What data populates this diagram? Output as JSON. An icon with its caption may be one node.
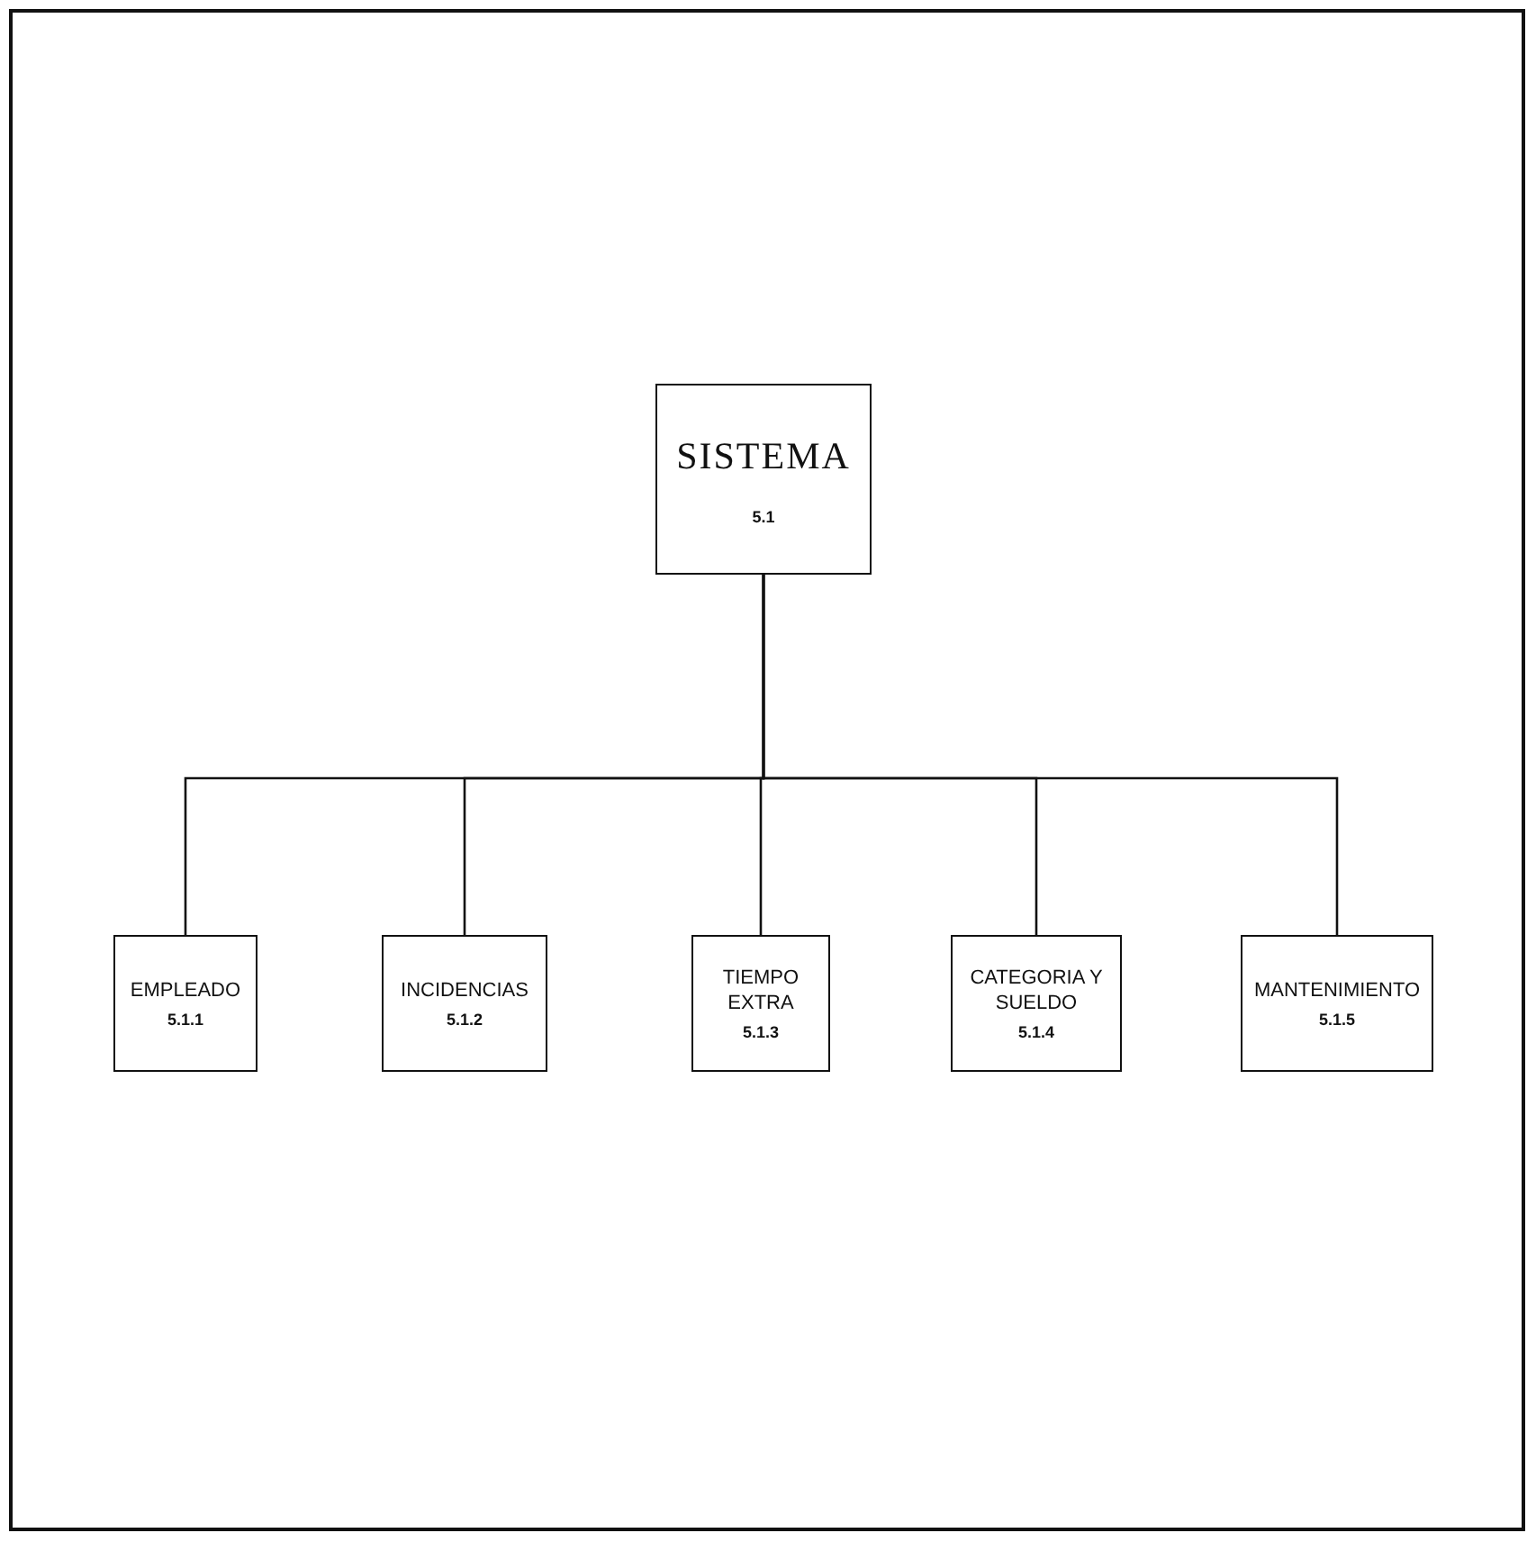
{
  "diagram": {
    "nodes": [
      {
        "text": [
          "SISTEMA",
          "5.1"
        ]
      },
      {
        "text": [
          "EMPLEADO",
          "5.1.1"
        ]
      },
      {
        "text": [
          "INCIDENCIAS",
          "5.1.2"
        ]
      },
      {
        "text": [
          "TIEMPO EXTRA",
          "5.1.3"
        ]
      },
      {
        "text": [
          "CATEGORIA Y SUELDO",
          "5.1.4"
        ]
      },
      {
        "text": [
          "MANTENIMIENTO",
          "5.1.5"
        ]
      }
    ],
    "edges": [
      {
        "from": 0,
        "to": 1,
        "arrow": "none"
      },
      {
        "from": 0,
        "to": 2,
        "arrow": "none"
      },
      {
        "from": 0,
        "to": 3,
        "arrow": "none"
      },
      {
        "from": 0,
        "to": 4,
        "arrow": "none"
      },
      {
        "from": 0,
        "to": 5,
        "arrow": "none"
      }
    ]
  }
}
